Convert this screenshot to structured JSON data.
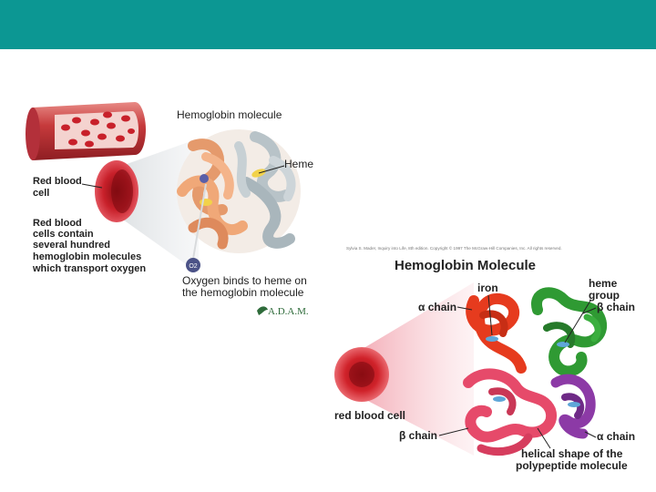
{
  "colors": {
    "top_bar": "#0c9793",
    "vessel": "#c63a3c",
    "rbc": "#d0222a",
    "strand_orange": "#e59a6c",
    "strand_gray": "#b8c3c8",
    "heme_yellow": "#f2d24a",
    "chain_red": "#e63b1e",
    "chain_green": "#2f9a33",
    "chain_pink": "#e64a6a",
    "chain_purple": "#8c3aa6",
    "adam_green": "#2e6b3a"
  },
  "left_diagram": {
    "title": "Hemoglobin molecule",
    "heme_label": "Heme",
    "rbc_label": [
      "Red blood",
      "cell"
    ],
    "rbc_desc": [
      "Red blood",
      "cells contain",
      "several hundred",
      "hemoglobin molecules",
      "which transport oxygen"
    ],
    "o2_symbol": "O2",
    "oxygen_caption": [
      "Oxygen binds to heme on",
      "the hemoglobin molecule"
    ],
    "logo": "A.D.A.M."
  },
  "right_diagram": {
    "copyright": "Sylvia S. Mader, Inquiry into Life, 8th edition. Copyright © 1997 The McGraw-Hill Companies, Inc. All rights reserved.",
    "title": "Hemoglobin Molecule",
    "iron": "iron",
    "heme_group": [
      "heme",
      "group"
    ],
    "alpha_chain_left": "α chain",
    "beta_chain_right": "β chain",
    "red_blood_cell": "red blood cell",
    "beta_chain_bottom": "β chain",
    "alpha_chain_bottom": "α chain",
    "helical": [
      "helical shape of the",
      "polypeptide molecule"
    ]
  }
}
